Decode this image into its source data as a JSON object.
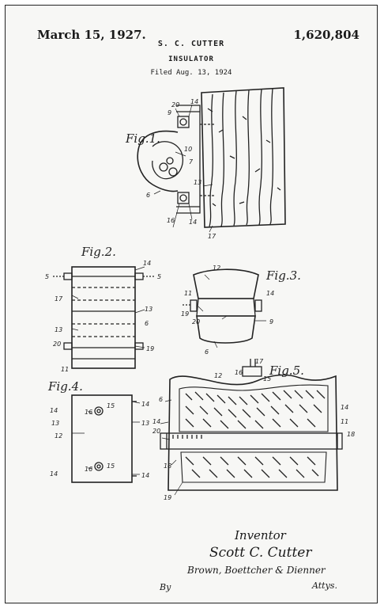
{
  "header": {
    "date": "March 15, 1927.",
    "inventor": "S. C. CUTTER",
    "patent_number": "1,620,804",
    "title": "INSULATOR",
    "filed": "Filed Aug. 13, 1924"
  },
  "figures": {
    "fig1": "Fig.1.",
    "fig2": "Fig.2.",
    "fig3": "Fig.3.",
    "fig4": "Fig.4.",
    "fig5": "Fig.5."
  },
  "refs": {
    "r5": "5",
    "r6": "6",
    "r7": "7",
    "r9": "9",
    "r10": "10",
    "r11": "11",
    "r12": "12",
    "r13": "13",
    "r14": "14",
    "r15": "15",
    "r16": "16",
    "r17": "17",
    "r18": "18",
    "r19": "19",
    "r20": "20"
  },
  "signature": {
    "inventor_label": "Inventor",
    "inventor_name": "Scott C. Cutter",
    "firm": "Brown, Boettcher & Dienner",
    "attys": "Attys.",
    "by": "By"
  }
}
